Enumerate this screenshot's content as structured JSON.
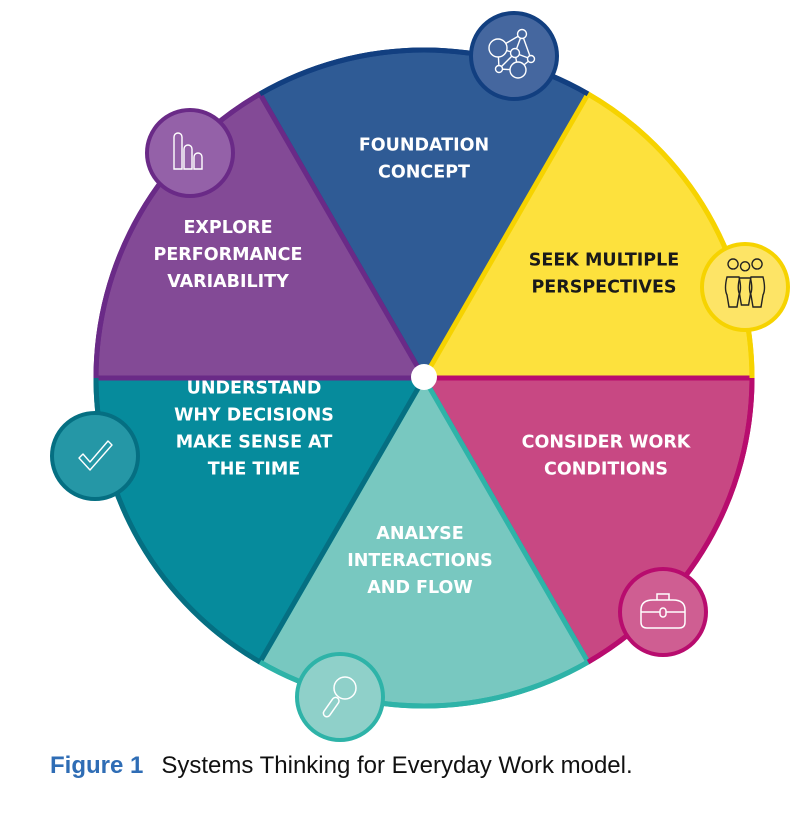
{
  "diagram": {
    "title": "Systems Thinking for Everyday Work model",
    "segments": [
      {
        "id": "foundation",
        "lines": [
          "FOUNDATION",
          "CONCEPT"
        ],
        "fill": "#2f5b95",
        "stroke": "#123f80",
        "icon_fill": "#45679f",
        "icon": "network-icon",
        "text_color": "#ffffff"
      },
      {
        "id": "perspectives",
        "lines": [
          "SEEK MULTIPLE",
          "PERSPECTIVES"
        ],
        "fill": "#fde13d",
        "stroke": "#f6d300",
        "icon_fill": "#fde466",
        "icon": "people-group-icon",
        "text_color": "#1a1a1a"
      },
      {
        "id": "work-conditions",
        "lines": [
          "CONSIDER WORK",
          "CONDITIONS"
        ],
        "fill": "#c84883",
        "stroke": "#b80c6e",
        "icon_fill": "#cf5e92",
        "icon": "toolbox-icon",
        "text_color": "#ffffff"
      },
      {
        "id": "interactions",
        "lines": [
          "ANALYSE",
          "INTERACTIONS",
          "AND FLOW"
        ],
        "fill": "#78c8c0",
        "stroke": "#2eb3a8",
        "icon_fill": "#8fd0c9",
        "icon": "magnifier-icon",
        "text_color": "#ffffff"
      },
      {
        "id": "decisions",
        "lines": [
          "UNDERSTAND",
          "WHY DECISIONS",
          "MAKE SENSE AT",
          "THE TIME"
        ],
        "fill": "#068b9c",
        "stroke": "#056f82",
        "icon_fill": "#2597a6",
        "icon": "checkmark-icon",
        "text_color": "#ffffff"
      },
      {
        "id": "variability",
        "lines": [
          "EXPLORE",
          "PERFORMANCE",
          "VARIABILITY"
        ],
        "fill": "#834a96",
        "stroke": "#6a2a87",
        "icon_fill": "#9461a8",
        "icon": "bar-chart-icon",
        "text_color": "#ffffff"
      }
    ]
  },
  "caption": {
    "figure_label": "Figure 1",
    "text": "Systems Thinking for Everyday Work model."
  }
}
